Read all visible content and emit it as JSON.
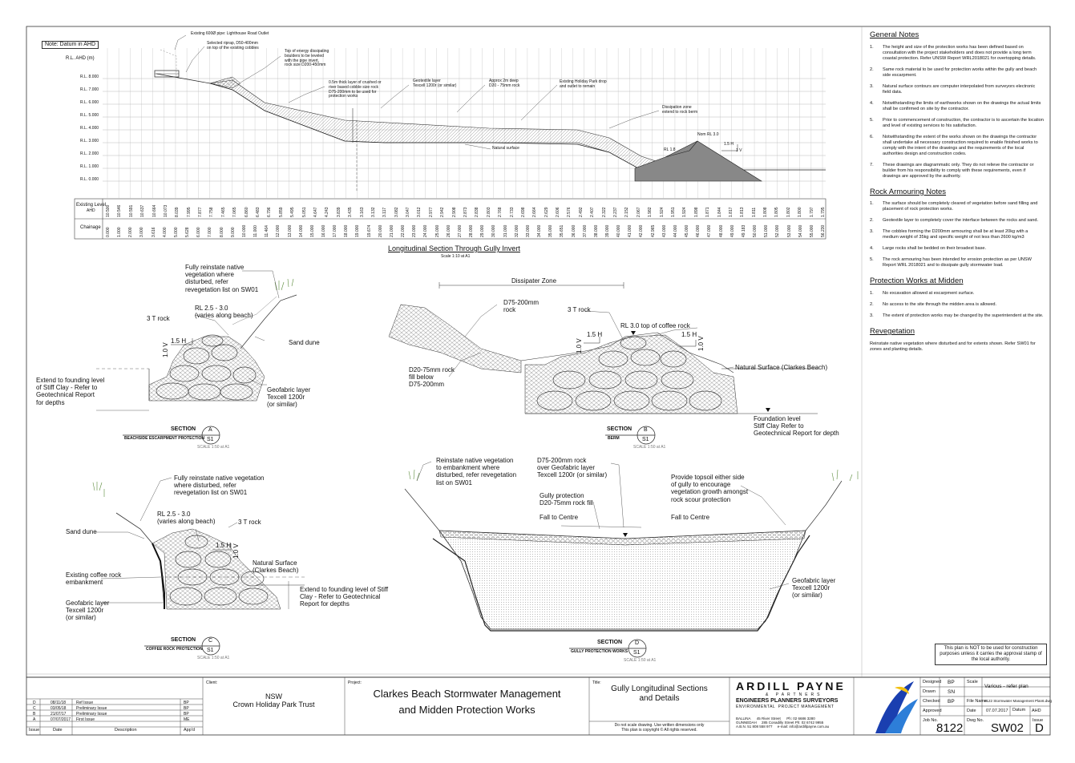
{
  "general_notes": {
    "heading": "General Notes",
    "items": [
      {
        "n": "1.",
        "text": "The height and size of the protection works has been defined based on consultation with the project stakeholders and does not provide a long term coastal protection. Refer UNSW Report WRL2018021 for overtopping details."
      },
      {
        "n": "2.",
        "text": "Same rock material to be used for protection works within the gully and beach side escarpment."
      },
      {
        "n": "3.",
        "text": "Natural surface contours are computer interpolated from surveyors electronic field data."
      },
      {
        "n": "4.",
        "text": "Notwithstanding the limits of earthworks shown on the drawings the actual limits shall be confirmed on site by the contractor."
      },
      {
        "n": "5.",
        "text": "Prior to commencement of construction, the contractor is to ascertain the location and level of existing services to his satisfaction."
      },
      {
        "n": "6.",
        "text": "Notwithstanding the extent of the works shown on the drawings the contractor shall undertake all necessary construction required to enable finished works to comply with the intent of the drawings and the requirements of the local authorities design and construction codes."
      },
      {
        "n": "7.",
        "text": "These drawings are diagrammatic only. They do not relieve the contractor or builder from his responsibility to comply with these requirements, even if drawings are approved by the authority."
      }
    ]
  },
  "rock_notes": {
    "heading": "Rock Armouring Notes",
    "items": [
      {
        "n": "1.",
        "text": "The surface should be completely cleared of vegetation before sand filling and placement of rock protection works."
      },
      {
        "n": "2.",
        "text": "Geotextile layer to completely cover the interface between the rocks and sand."
      },
      {
        "n": "3.",
        "text": "The cobbles forming the D200mm armouring shall be at least 20kg with a medium weight of 35kg and specific weight of not less than 2600 kg/m3"
      },
      {
        "n": "4.",
        "text": "Large rocks shall be bedded on their broadest base."
      },
      {
        "n": "5.",
        "text": "The rock armouring has been intended for erosion protection as per UNSW Report WRL 2018021 and to dissipate gully stormwater load."
      }
    ]
  },
  "midden_notes": {
    "heading": "Protection Works at Midden",
    "items": [
      {
        "n": "1.",
        "text": "No excavation allowed at escarpment surface."
      },
      {
        "n": "2.",
        "text": "No access to the site through the midden area is allowed."
      },
      {
        "n": "3.",
        "text": "The extent of protection works may be changed by the superintendent at the site."
      }
    ]
  },
  "revegetation": {
    "heading": "Revegetation",
    "text": "Reinstate native vegetation where disturbed and for extents shown. Refer SW01 for zones and planting details."
  },
  "plan_warning": "This plan is NOT to be used for construction purposes unless it carries the approval stamp of the local authority.",
  "long_section": {
    "datum_note": "Note: Datum in AHD",
    "rl_header": "R.L. AHD (m)",
    "rl_labels": [
      "R.L. 8.000",
      "R.L. 7.000",
      "R.L. 6.000",
      "R.L. 5.000",
      "R.L. 4.000",
      "R.L. 3.000",
      "R.L. 2.000",
      "R.L. 1.000",
      "R.L. 0.000"
    ],
    "row_existing": "Existing Level",
    "row_existing_sub": "AHD",
    "row_chainage": "Chainage",
    "existing_levels": [
      "10.500",
      "10.546",
      "10.591",
      "10.637",
      "10.664",
      "10.073",
      "8.039",
      "7.995",
      "7.877",
      "7.758",
      "7.465",
      "7.065",
      "6.860",
      "6.483",
      "6.796",
      "5.859",
      "5.495",
      "5.051",
      "4.647",
      "4.243",
      "3.839",
      "3.435",
      "3.163",
      "3.132",
      "3.117",
      "3.082",
      "3.047",
      "3.012",
      "2.977",
      "2.942",
      "2.908",
      "2.873",
      "2.838",
      "2.803",
      "2.768",
      "2.733",
      "2.698",
      "2.664",
      "2.629",
      "2.606",
      "2.576",
      "2.492",
      "2.407",
      "2.322",
      "2.237",
      "2.152",
      "2.067",
      "1.982",
      "1.924",
      "1.951",
      "1.924",
      "1.898",
      "1.871",
      "1.844",
      "1.817",
      "1.813",
      "1.811",
      "1.808",
      "1.805",
      "1.802",
      "1.800",
      "1.797",
      "1.795"
    ],
    "chainages": [
      "0.000",
      "1.000",
      "2.000",
      "3.000",
      "3.616",
      "4.000",
      "5.000",
      "5.628",
      "6.000",
      "7.000",
      "8.000",
      "9.000",
      "10.000",
      "11.000",
      "11.464",
      "12.000",
      "13.000",
      "14.000",
      "15.000",
      "16.000",
      "17.000",
      "18.000",
      "19.000",
      "19.674",
      "20.000",
      "21.000",
      "22.000",
      "23.000",
      "24.000",
      "25.000",
      "26.000",
      "27.000",
      "28.000",
      "29.000",
      "30.000",
      "31.000",
      "32.000",
      "33.000",
      "34.000",
      "35.000",
      "35.651",
      "36.000",
      "37.000",
      "38.000",
      "39.000",
      "40.000",
      "41.000",
      "42.000",
      "42.965",
      "43.000",
      "44.000",
      "45.000",
      "46.000",
      "47.000",
      "48.000",
      "49.000",
      "49.183",
      "50.000",
      "51.000",
      "52.000",
      "53.000",
      "54.000",
      "55.000",
      "56.230"
    ],
    "callouts": [
      "Existing 600Ø pipe: Lighthouse Road Outlet",
      "Selected riprap, D50-400mm\non top of the existing cobbles",
      "Top of energy dissipating\nboulders to be leveled\nwith the pipe invert,\nrock size D200-450mm",
      "0.5m thick layer of crushed or\nriver based cobble size rock\nD75-200mm to be used for\nprotection works",
      "Geotextile layer\nTexcell 1200r (or similar)",
      "Approx 2m deep\nD20 - 75mm rock",
      "Existing Holiday Park drop\nand outlet to remain",
      "Dissipation zone\nextend to rock berm",
      "Natural surface",
      "Nom RL 3.0",
      "RL 1.8",
      "1.5 H",
      "1 V"
    ],
    "title": "Longitudinal Section Through Gully Invert",
    "scale": "Scale 1:10 at A1"
  },
  "section_a": {
    "labels": [
      "Fully reinstate native\nvegetation where\ndisturbed, refer\nrevegetation list on SW01",
      "RL 2.5 - 3.0\n(varies along beach)",
      "3 T rock",
      "1.5 H",
      "1.0 V",
      "Sand dune",
      "Extend to founding level\nof Stiff Clay - Refer to\nGeotechnical Report\nfor depths",
      "Geofabric layer\nTexcell 1200r\n(or similar)"
    ],
    "tag_word": "SECTION",
    "tag_letter": "A",
    "tag_sheet": "S1",
    "tag_desc": "BEACHSIDE ESCARPMENT PROTECTION",
    "tag_scale": "SCALE 1:50 at A1"
  },
  "section_b": {
    "labels": [
      "Dissipater Zone",
      "D75-200mm\nrock",
      "3 T rock",
      "RL 3.0 top of coffee rock",
      "1.5 H",
      "1.5 H",
      "1.0 V",
      "1.0 V",
      "D20-75mm rock\nfill below\nD75-200mm",
      "Natural Surface (Clarkes Beach)",
      "Foundation level\nStiff Clay Refer to\nGeotechnical Report for depth"
    ],
    "tag_word": "SECTION",
    "tag_letter": "B",
    "tag_sheet": "S1",
    "tag_desc": "BERM",
    "tag_scale": "SCALE 1:50 at A1"
  },
  "section_c": {
    "labels": [
      "Fully reinstate native vegetation\nwhere disturbed, refer\nrevegetation list on SW01",
      "RL 2.5 - 3.0\n(varies along beach)",
      "3 T rock",
      "Sand dune",
      "1.5 H",
      "1.0 V",
      "Natural Surface\n(Clarkes Beach)",
      "Existing coffee rock\nembankment",
      "Extend to founding level of Stiff\nClay - Refer to Geotechnical\nReport for depths",
      "Geofabric layer\nTexcell 1200r\n(or similar)"
    ],
    "tag_word": "SECTION",
    "tag_letter": "C",
    "tag_sheet": "S1",
    "tag_desc": "COFFEE ROCK PROTECTION",
    "tag_scale": "SCALE 1:50 at A1"
  },
  "section_d": {
    "labels": [
      "Reinstate native vegetation\nto embankment where\ndisturbed, refer revegetation\nlist on SW01",
      "D75-200mm rock\nover Geofabric layer\nTexcell 1200r (or similar)",
      "Gully protection\nD20-75mm rock fill",
      "Fall to Centre",
      "Provide topsoil either side\nof gully to encourage\nvegetation growth amongst\nrock scour protection",
      "Fall to Centre",
      "Geofabric layer\nTexcell 1200r\n(or similar)"
    ],
    "tag_word": "SECTION",
    "tag_letter": "D",
    "tag_sheet": "S1",
    "tag_desc": "GULLY PROTECTION WORKS",
    "tag_scale": "SCALE 1:50 at A1"
  },
  "title_block": {
    "revisions": [
      {
        "rev": "D",
        "date": "08/11/18",
        "desc": "Ref Issue",
        "app": "BP"
      },
      {
        "rev": "C",
        "date": "03/05/18",
        "desc": "Preliminary Issue",
        "app": "BP"
      },
      {
        "rev": "B",
        "date": "21/07/17",
        "desc": "Preliminary Issue",
        "app": "BP"
      },
      {
        "rev": "A",
        "date": "07/07/2017",
        "desc": "First Issue",
        "app": "ME"
      }
    ],
    "rev_headers": {
      "issue": "Issue",
      "date": "Date",
      "desc": "Description",
      "app": "App'd"
    },
    "client_label": "Client:",
    "client": "NSW\nCrown Holiday Park Trust",
    "project_label": "Project:",
    "project": "Clarkes Beach Stormwater Management\nand Midden Protection Works",
    "title_label": "Title:",
    "title": "Gully Longitudinal Sections\nand Details",
    "disclaimer": "Do not scale drawing. Use written dimensions only\nThis plan is copyright © All rights reserved.",
    "company": "ARDILL PAYNE",
    "company_sub": "& PARTNERS",
    "company_line2": "ENGINEERS PLANNERS SURVEYORS",
    "company_line3": "ENVIRONMENTAL  PROJECT MANAGEMENT",
    "offices": "BALLINA      45 River Street      Ph: 02 6686 3280\nGUNNEDAH     285 Conadilly Street Ph: 02 6742 9955\nA.B.N. 51 808 558 977     e-mail: info@ardillpayne.com.au",
    "designed_label": "Designed",
    "designed": "BP",
    "drawn_label": "Drawn",
    "drawn": "SN",
    "checked_label": "Checked",
    "checked": "BP",
    "approved_label": "Approved",
    "scale_label": "Scale",
    "scale": "Various - refer plan",
    "file_label": "File Name",
    "file": "8122 Stormwater Management Plan6.dwg",
    "date_label": "Date",
    "date": "07.07.2017",
    "datum_label": "Datum",
    "datum": "AHD",
    "job_label": "Job No.",
    "job": "8122",
    "dwg_label": "Dwg No.",
    "dwg": "SW02",
    "issue_label": "Issue",
    "issue": "D"
  }
}
